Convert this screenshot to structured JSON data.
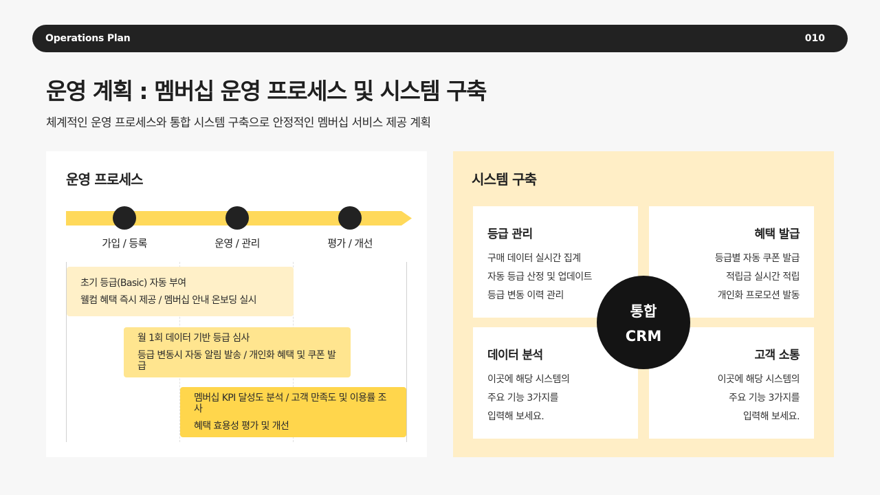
{
  "header": {
    "title": "Operations Plan",
    "page_number": "010"
  },
  "page": {
    "title": "운영 계획 : 멤버십 운영 프로세스 및 시스템 구축",
    "subtitle": "체계적인 운영 프로세스와 통합 시스템 구축으로 안정적인 멤버십 서비스 제공 계획"
  },
  "process": {
    "title": "운영 프로세스",
    "stages": [
      {
        "label": "가입 / 등록"
      },
      {
        "label": "운영 / 관리"
      },
      {
        "label": "평가 / 개선"
      }
    ],
    "tasks": [
      {
        "lines": [
          "초기 등급(Basic) 자동 부여",
          "웰컴 혜택 즉시 제공 / 멤버십 안내 온보딩 실시"
        ]
      },
      {
        "lines": [
          "월 1회 데이터 기반 등급 심사",
          "등급 변동시 자동 알림 발송 / 개인화 혜택 및 쿠폰 발급"
        ]
      },
      {
        "lines": [
          "멤버십 KPI 달성도 분석 / 고객 만족도 및 이용률 조사",
          "혜택 효용성 평가 및 개선"
        ]
      }
    ],
    "colors": {
      "bar": "#ffd95a",
      "dot": "#222222",
      "task_1": "#fff0c8",
      "task_2": "#ffe58f",
      "task_3": "#ffd64c"
    }
  },
  "system": {
    "title": "시스템 구축",
    "center": {
      "line1": "통합",
      "line2": "CRM"
    },
    "cards": [
      {
        "title": "등급 관리",
        "lines": [
          "구매 데이터 실시간 집계",
          "자동 등급 산정 및 업데이트",
          "등급 변동 이력 관리"
        ]
      },
      {
        "title": "혜택 발급",
        "lines": [
          "등급별 자동 쿠폰 발급",
          "적립금 실시간 적립",
          "개인화 프로모션 발동"
        ]
      },
      {
        "title": "데이터 분석",
        "lines": [
          "이곳에 해당 시스템의",
          "주요 기능 3가지를",
          "입력해 보세요."
        ]
      },
      {
        "title": "고객 소통",
        "lines": [
          "이곳에 해당 시스템의",
          "주요 기능 3가지를",
          "입력해 보세요."
        ]
      }
    ],
    "colors": {
      "panel_bg": "#ffeec6",
      "card_bg": "#ffffff",
      "circle": "#141414"
    }
  }
}
